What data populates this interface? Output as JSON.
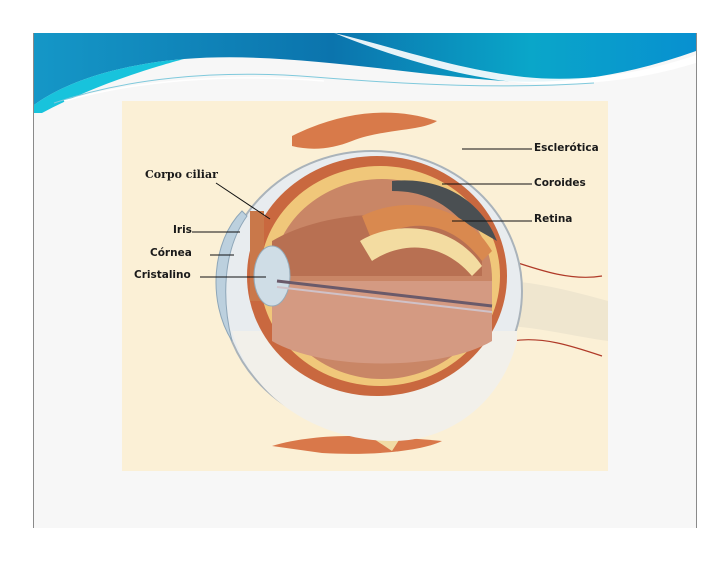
{
  "slide": {
    "theme": {
      "banner_dark": "#0a6fa8",
      "banner_light": "#18c3dc",
      "background": "#f7f7f7",
      "figure_background": "#fbf0d6"
    },
    "figure": {
      "description": "Cross-section diagram of the human eye",
      "labels": {
        "corpo_ciliar": "Corpo ciliar",
        "iris": "Iris",
        "cornea": "Córnea",
        "cristalino": "Cristalino",
        "esclerotica": "Esclerótica",
        "coroides": "Coroides",
        "retina": "Retina"
      }
    }
  }
}
